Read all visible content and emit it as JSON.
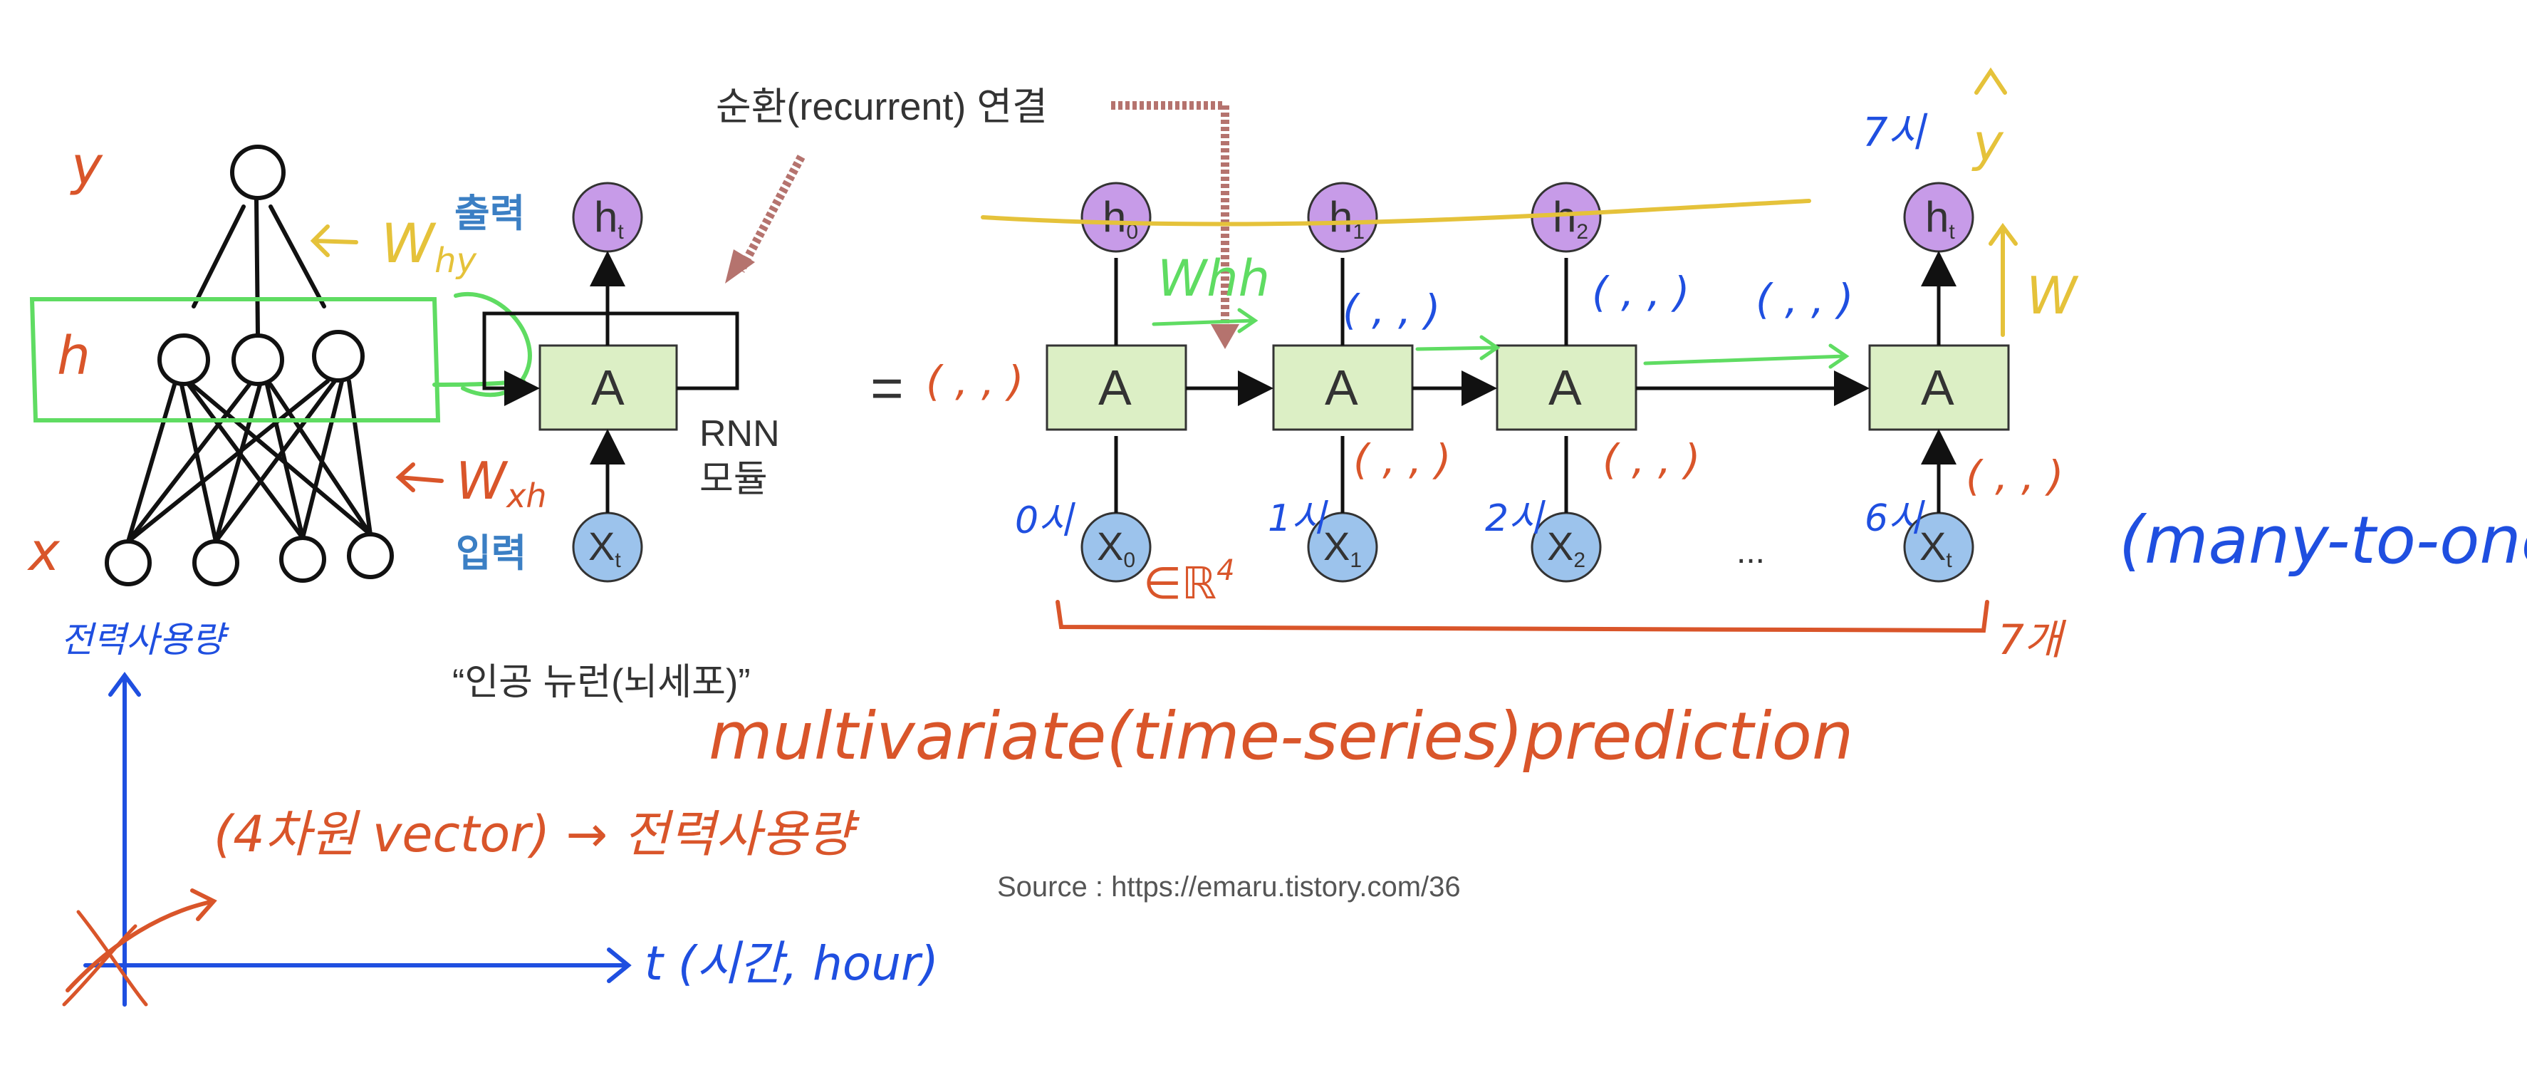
{
  "printed": {
    "recurrent_label": "순환(recurrent) 연결",
    "output_label": "출력",
    "input_label": "입력",
    "rnn_module": [
      "RNN",
      "모듈"
    ],
    "cell_label": "A",
    "h_t": "h",
    "h_t_sub": "t",
    "x_t": "X",
    "x_t_sub": "t",
    "equals": "=",
    "unrolled_h": [
      {
        "main": "h",
        "sub": "0"
      },
      {
        "main": "h",
        "sub": "1"
      },
      {
        "main": "h",
        "sub": "2"
      },
      {
        "main": "h",
        "sub": "t"
      }
    ],
    "unrolled_x": [
      {
        "main": "X",
        "sub": "0"
      },
      {
        "main": "X",
        "sub": "1"
      },
      {
        "main": "X",
        "sub": "2"
      },
      {
        "main": "X",
        "sub": "t"
      }
    ],
    "ellipsis": "...",
    "neuron_caption": "“인공 뉴런(뇌세포)”",
    "source": "Source : https://emaru.tistory.com/36"
  },
  "handwritten": {
    "y": "y",
    "h": "h",
    "x": "x",
    "w_hy": "W",
    "w_hy_sub": "hy",
    "w_xh": "W",
    "w_xh_sub": "xh",
    "w_hh": "Whh",
    "w": "W",
    "y_hat": "y",
    "hour_7_top": "7시",
    "hours": [
      "0시",
      "1시",
      "2시",
      "6시"
    ],
    "tuple": "( , , )",
    "r4": "∈ℝ",
    "r4_exp": "4",
    "seven_count": "7개",
    "many_to_one": "(many-to-one)",
    "multivariate": "multivariate(time-series)prediction",
    "vector_note": "(4차원 vector) → 전력사용량",
    "axis_y_label": "전력사용량",
    "axis_x_label": "t (시간, hour)"
  },
  "colors": {
    "handwriting_orange": "#d9552a",
    "handwriting_blue": "#1f4fe0",
    "handwriting_green": "#5fdc62",
    "handwriting_yellow": "#e5c23a",
    "node_purple": "#c79be8",
    "node_blue": "#9cc3ec",
    "cell_green": "#dcefc5",
    "printed_blue": "#3b7fc4",
    "recurrent_arrow": "#b5736e"
  }
}
